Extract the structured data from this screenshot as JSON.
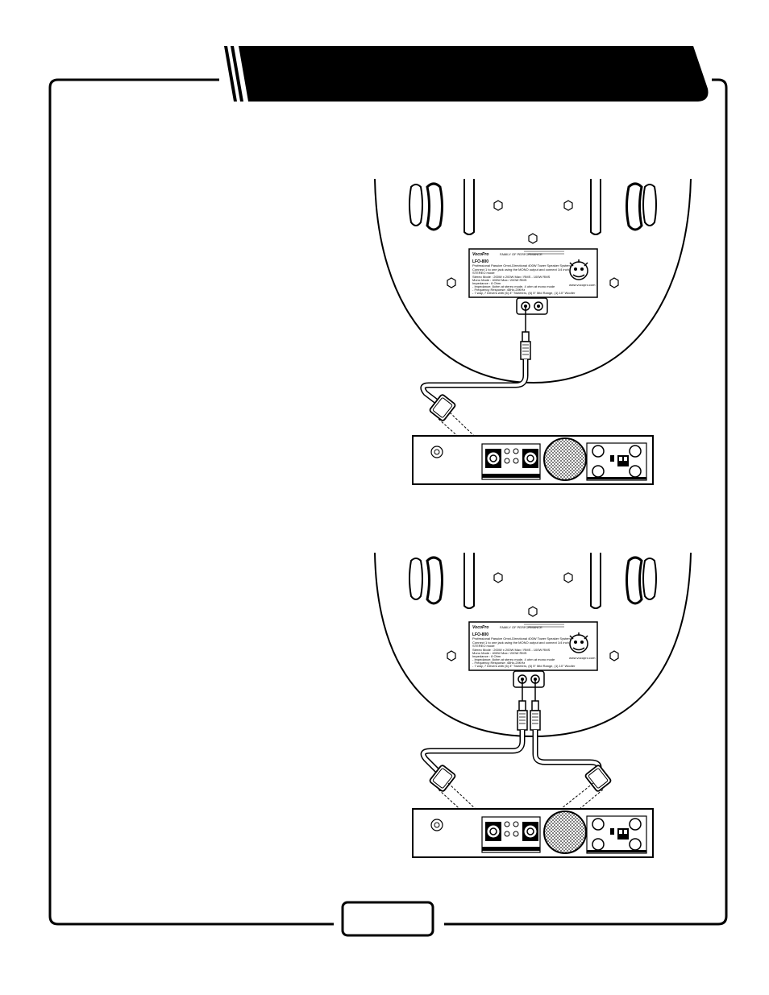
{
  "header_banner": {
    "title": ""
  },
  "page_number": "",
  "diagrams": [
    {
      "label_plate": {
        "brand": "VocoPro",
        "tagline": "FAMILY OF PERFORMANCE",
        "model": "LFO-800",
        "lines": [
          "Professional Passive Omni-Directional 400W Tower Speaker System",
          "Connect 1 to one jack using the MONO output and connect 1/4 inch jacks for",
          "STEREO mode",
          "Stereo Mode : 200W x 200W Max / RMS - 100W RMS",
          "Mono Mode : 400W Max / 200W RMS",
          "Impedance : 8 Ohm",
          "- Impedance: 8ohm at stereo mode, 4 ohm at mono mode",
          "- Frequency Response: 45Hz-20KHz",
          "- 7 way, 7 Drivers with (6) 3\" Tweeters, (6) 5\" Mid Range, (1) 10\" Woofer"
        ],
        "website": "www.vocopro.com"
      }
    },
    {
      "label_plate": {
        "brand": "VocoPro",
        "tagline": "FAMILY OF PERFORMANCE",
        "model": "LFO-800",
        "lines": [
          "Professional Passive Omni-Directional 400W Tower Speaker System",
          "Connect 1 to one jack using the MONO output and connect 1/4 inch jacks for",
          "STEREO mode",
          "Stereo Mode : 200W x 200W Max / RMS - 100W RMS",
          "Mono Mode : 400W Max / 200W RMS",
          "Impedance : 8 Ohm",
          "- Impedance: 8ohm at stereo mode, 4 ohm at mono mode",
          "- Frequency Response: 45Hz-20KHz",
          "- 7 way, 7 Drivers with (6) 3\" Tweeters, (6) 5\" Mid Range, (1) 10\" Woofer"
        ],
        "website": "www.vocopro.com"
      }
    }
  ]
}
